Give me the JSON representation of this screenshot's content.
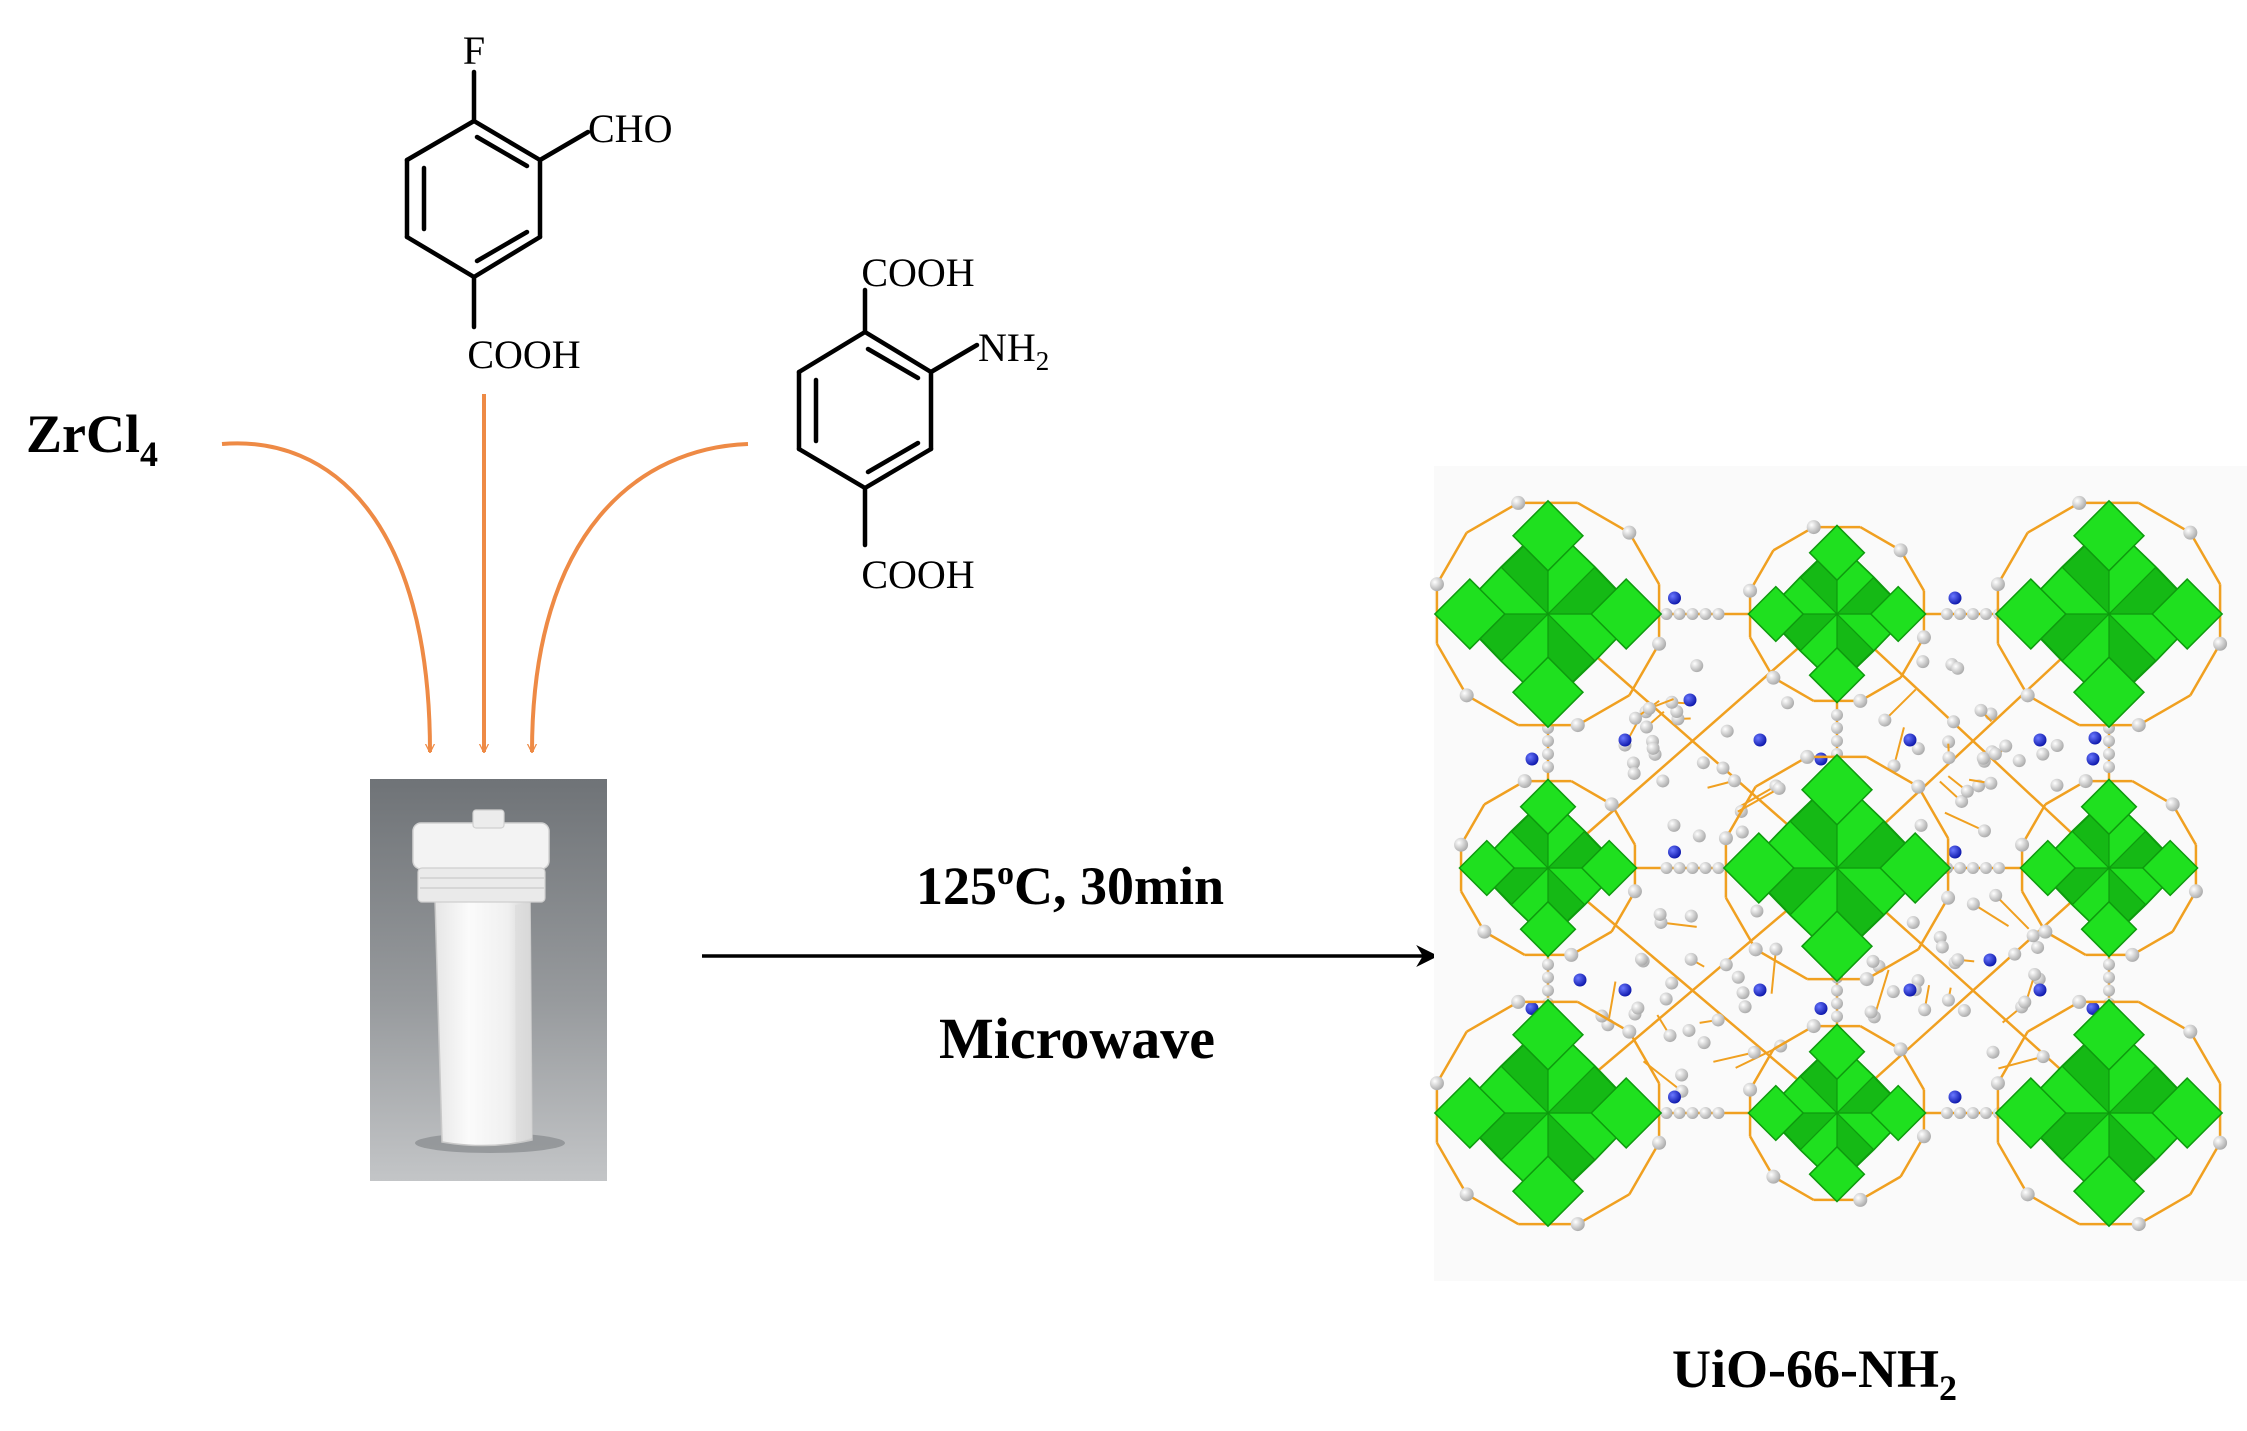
{
  "reagent_zrcl4": {
    "base": "ZrCl",
    "sub": "4"
  },
  "molecule_aldehyde": {
    "substituent_top": "F",
    "substituent_side": "CHO",
    "substituent_bottom": "COOH"
  },
  "molecule_amino": {
    "substituent_top": "COOH",
    "substituent_side_base": "NH",
    "substituent_side_sub": "2",
    "substituent_bottom": "COOH"
  },
  "reaction": {
    "condition_top": "125",
    "condition_degree": "o",
    "condition_rest": "C,  30min",
    "condition_bottom": "Microwave"
  },
  "product": {
    "base": "UiO-66-NH",
    "sub": "2"
  },
  "colors": {
    "curve_arrow": "#ee8a45",
    "reaction_arrow": "#000000",
    "zr_polyhedra": "#1fe01f",
    "zr_polyhedra_dark": "#0e9a0e",
    "linker_bond": "#f0a020",
    "carbon_atom": "#d4d4d4",
    "nitrogen_atom": "#1a2ad0",
    "vessel_background": "#8f9295",
    "vessel_body": "#f4f4f4"
  }
}
